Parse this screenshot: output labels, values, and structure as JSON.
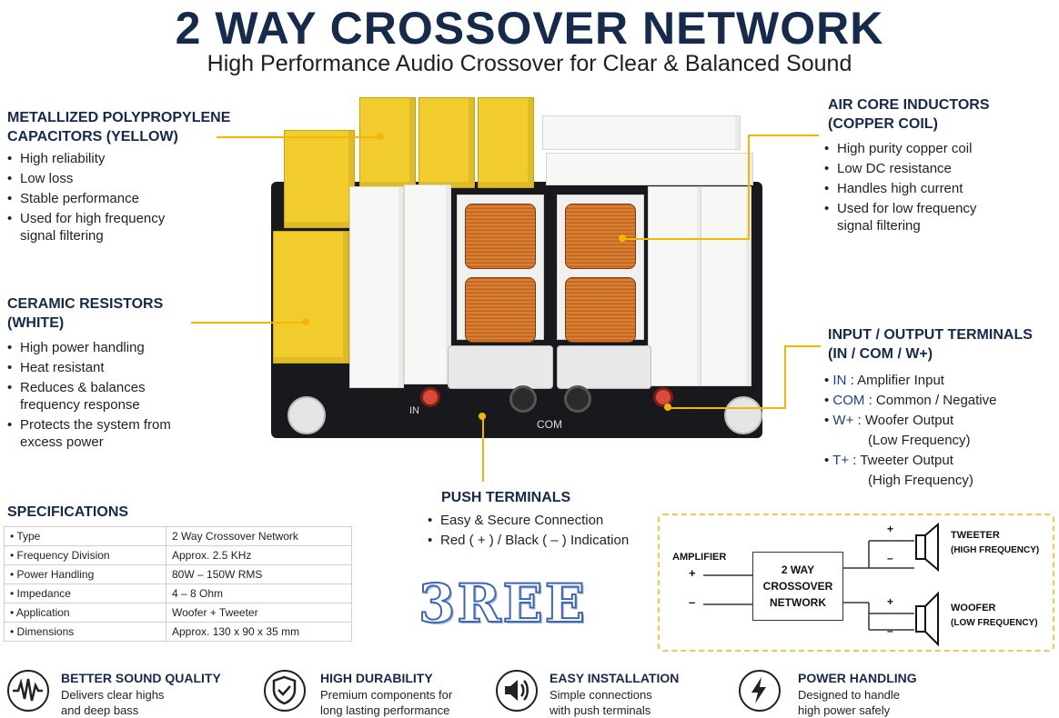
{
  "header": {
    "title": "2 WAY CROSSOVER NETWORK",
    "subtitle": "High Performance Audio Crossover for Clear & Balanced Sound"
  },
  "capacitors": {
    "title_line1": "METALLIZED POLYPROPYLENE",
    "title_line2": "CAPACITORS (YELLOW)",
    "items": [
      "High reliability",
      "Low loss",
      "Stable performance",
      "Used for high frequency signal filtering"
    ]
  },
  "resistors": {
    "title_line1": "CERAMIC RESISTORS",
    "title_line2": "(WHITE)",
    "items": [
      "High power handling",
      "Heat resistant",
      "Reduces & balances frequency response",
      "Protects the system from excess power"
    ]
  },
  "inductors": {
    "title_line1": "AIR CORE INDUCTORS",
    "title_line2": "(COPPER COIL)",
    "items": [
      "High purity copper coil",
      "Low DC resistance",
      "Handles high current",
      "Used for low frequency signal filtering"
    ]
  },
  "terminals_io": {
    "title_line1": "INPUT / OUTPUT TERMINALS",
    "title_line2": "(IN / COM / W+)",
    "items": [
      {
        "code": "IN",
        "desc": ": Amplifier Input"
      },
      {
        "code": "COM",
        "desc": ": Common / Negative"
      },
      {
        "code": "W+",
        "desc": ": Woofer Output",
        "desc2": "(Low Frequency)"
      },
      {
        "code": "T+",
        "desc": ": Tweeter Output",
        "desc2": "(High Frequency)"
      }
    ]
  },
  "push_terminals": {
    "title": "PUSH TERMINALS",
    "items": [
      "Easy & Secure Connection",
      "Red ( + ) / Black ( – ) Indication"
    ]
  },
  "board_labels": {
    "in": "IN",
    "com": "COM"
  },
  "specifications": {
    "title": "SPECIFICATIONS",
    "rows": [
      {
        "key": "Type",
        "value": "2 Way Crossover Network"
      },
      {
        "key": "Frequency Division",
        "value": "Approx. 2.5 KHz"
      },
      {
        "key": "Power Handling",
        "value": "80W – 150W RMS"
      },
      {
        "key": "Impedance",
        "value": "4 – 8 Ohm"
      },
      {
        "key": "Application",
        "value": "Woofer + Tweeter"
      },
      {
        "key": "Dimensions",
        "value": "Approx. 130 x 90 x 35 mm"
      }
    ]
  },
  "logo": {
    "text": "3REE"
  },
  "diagram": {
    "amplifier": "AMPLIFIER",
    "box_line1": "2 WAY",
    "box_line2": "CROSSOVER",
    "box_line3": "NETWORK",
    "plus": "+",
    "minus": "–",
    "tweeter": "TWEETER",
    "tweeter_sub": "(HIGH FREQUENCY)",
    "woofer": "WOOFER",
    "woofer_sub": "(LOW FREQUENCY)"
  },
  "features": [
    {
      "title": "BETTER SOUND QUALITY",
      "desc1": "Delivers clear highs",
      "desc2": "and deep bass",
      "icon": "waveform-icon"
    },
    {
      "title": "HIGH DURABILITY",
      "desc1": "Premium components for",
      "desc2": "long lasting performance",
      "icon": "shield-check-icon"
    },
    {
      "title": "EASY INSTALLATION",
      "desc1": "Simple connections",
      "desc2": "with push terminals",
      "icon": "speaker-icon"
    },
    {
      "title": "POWER HANDLING",
      "desc1": "Designed to handle",
      "desc2": "high power safely",
      "icon": "lightning-icon"
    }
  ],
  "colors": {
    "navy": "#162a4c",
    "accent_yellow": "#f2b705",
    "capacitor_yellow": "#f1cc2c",
    "copper": "#c66a22",
    "logo_blue": "#3e67b3"
  }
}
